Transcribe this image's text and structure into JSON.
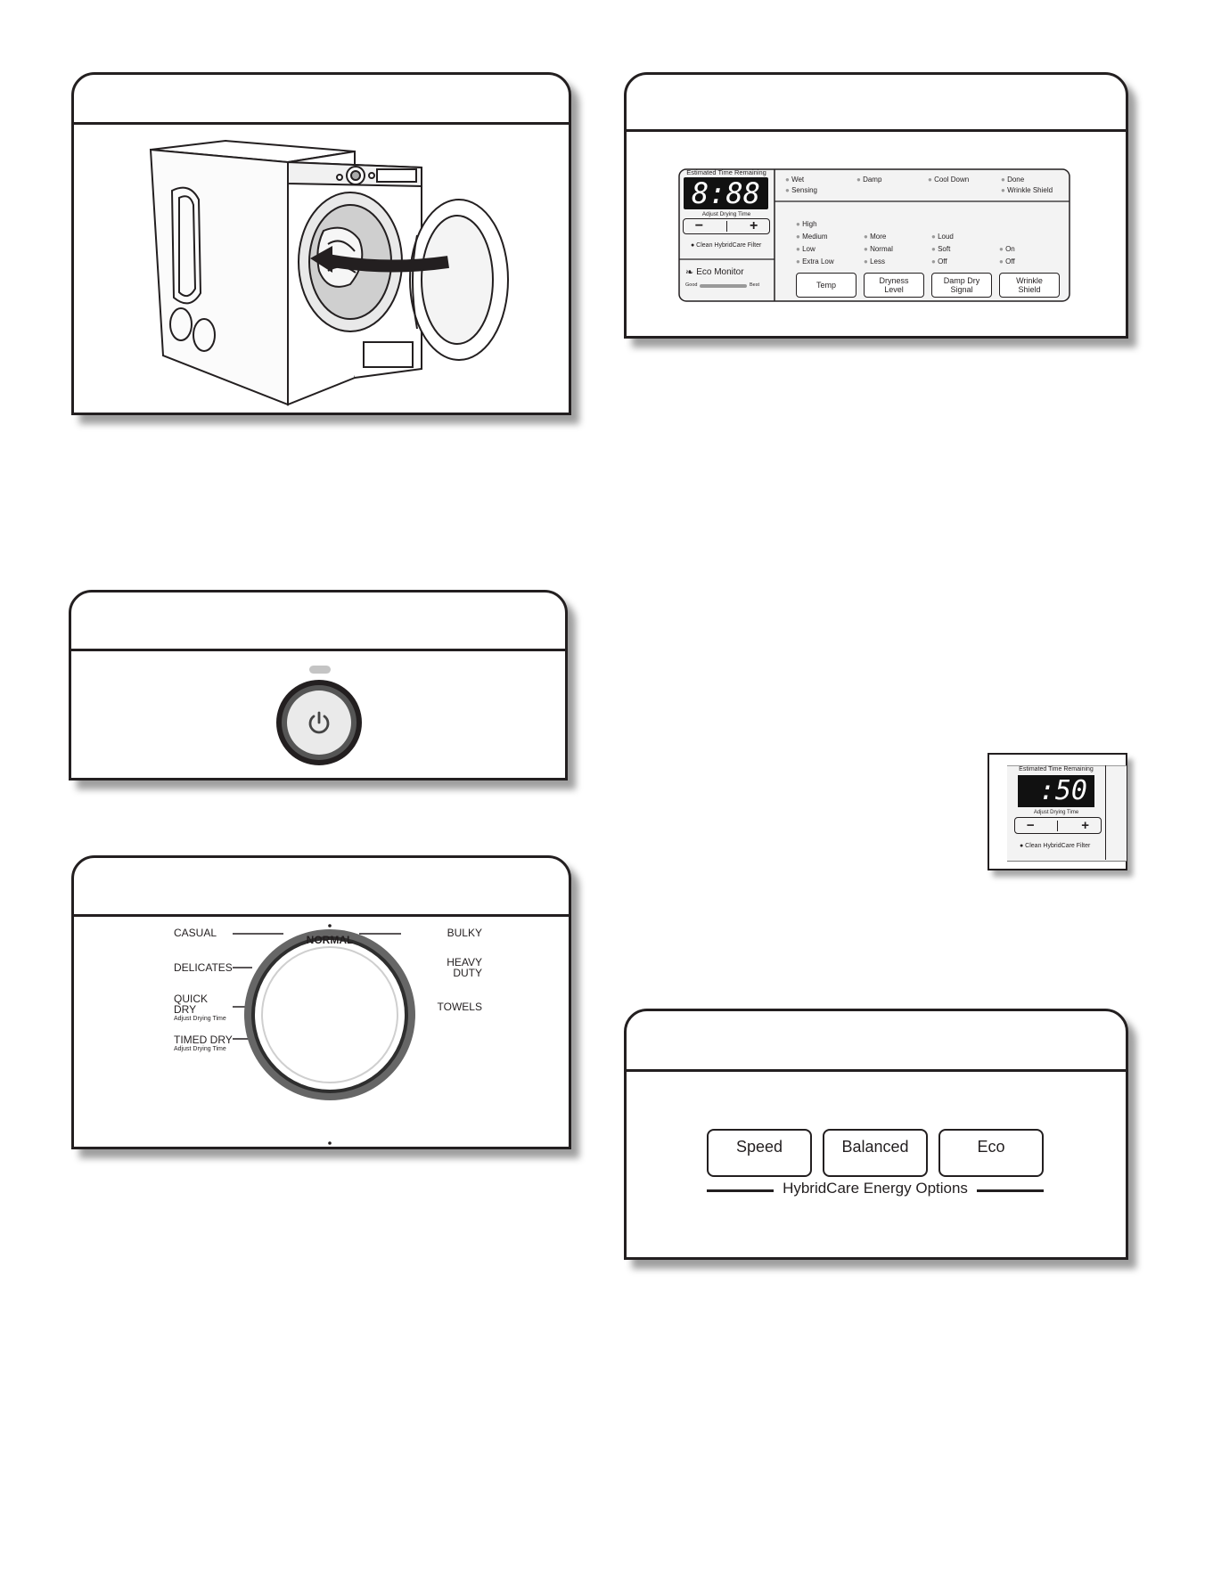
{
  "control_panel": {
    "display_label": "Estimated Time Remaining",
    "display_digits": "8:88",
    "adjust_label": "Adjust Drying Time",
    "minus": "−",
    "plus": "+",
    "filter_label": "● Clean HybridCare Filter",
    "eco_monitor": "Eco Monitor",
    "eco_good": "Good",
    "eco_best": "Best",
    "status": [
      "Wet",
      "Sensing",
      "Damp",
      "Cool Down",
      "Done",
      "Wrinkle Shield"
    ],
    "temp_options": [
      "High",
      "Medium",
      "Low",
      "Extra Low"
    ],
    "dryness_options": [
      "More",
      "Normal",
      "Less"
    ],
    "signal_options": [
      "Loud",
      "Soft",
      "Off"
    ],
    "wrinkle_options": [
      "On",
      "Off"
    ],
    "buttons": [
      "Temp",
      "Dryness Level",
      "Damp Dry Signal",
      "Wrinkle Shield"
    ]
  },
  "cycle_dial": {
    "top": "NORMAL",
    "left": [
      "CASUAL",
      "DELICATES",
      "QUICK DRY",
      "TIMED DRY"
    ],
    "left_sub": "Adjust Drying Time",
    "right": [
      "BULKY",
      "HEAVY DUTY",
      "TOWELS"
    ]
  },
  "mini_display": {
    "label": "Estimated Time Remaining",
    "digits": ":50",
    "adjust_label": "Adjust Drying Time",
    "minus": "−",
    "plus": "+",
    "filter_label": "● Clean HybridCare Filter"
  },
  "energy": {
    "buttons": [
      "Speed",
      "Balanced",
      "Eco"
    ],
    "label": "HybridCare Energy Options"
  },
  "colors": {
    "ink": "#231f20",
    "panel_bg": "#f3f3f3",
    "display_bg": "#111111",
    "dial_ring": "#555555",
    "led": "#9a9a9a"
  }
}
